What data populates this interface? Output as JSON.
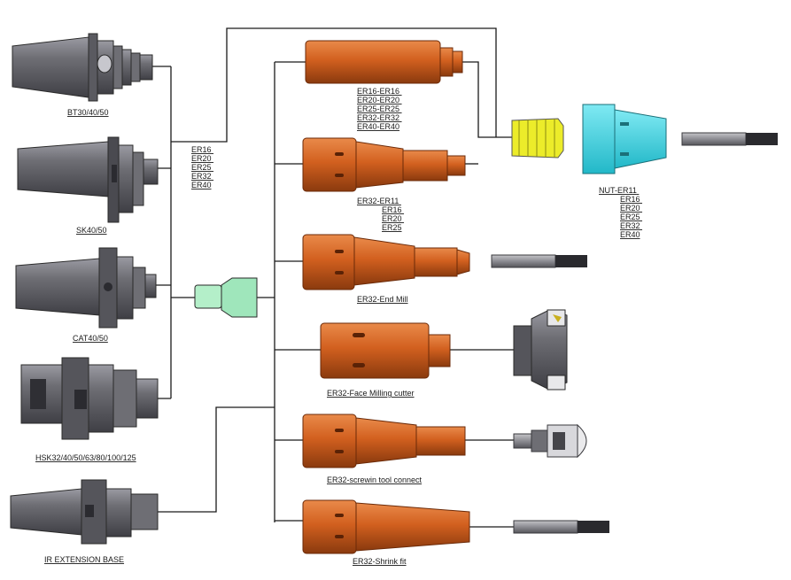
{
  "colors": {
    "line": "#1a1a1a",
    "holder": "#6e6e74",
    "holder_light": "#a9a9b0",
    "holder_dark": "#3f3f45",
    "orange": "#d2601f",
    "orange_light": "#e98a4a",
    "orange_dark": "#8a3a0e",
    "collet": "#ecec2a",
    "nut": "#3fd7e6",
    "adapter": "#9fe6bb",
    "tool": "#8c8c92"
  },
  "labels": {
    "bt": "BT30/40/50",
    "sk": "SK40/50",
    "cat": "CAT40/50",
    "hsk": "HSK32/40/50/63/80/100/125",
    "ir": "IR EXTENSION BASE",
    "er_sizes": [
      "ER16",
      "ER20",
      "ER25",
      "ER32",
      "ER40"
    ],
    "ext": [
      "ER16-ER16",
      "ER20-ER20",
      "ER25-ER25",
      "ER32-ER32",
      "ER40-ER40"
    ],
    "reducer": [
      "ER32-ER11",
      "ER16",
      "ER20",
      "ER25"
    ],
    "nut": [
      "NUT-ER11",
      "ER16",
      "ER20",
      "ER25",
      "ER32",
      "ER40"
    ],
    "endmill": "ER32-End Mill",
    "facemill": "ER32-Face Milling cutter",
    "screwin": "ER32-screwin tool connect",
    "shrink": "ER32-Shrink fit"
  }
}
